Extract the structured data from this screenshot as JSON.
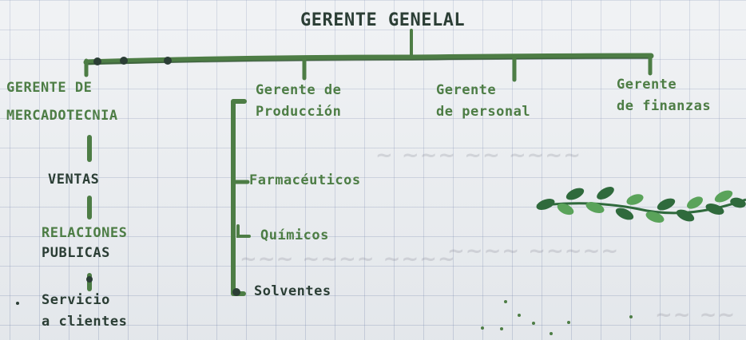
{
  "colors": {
    "ink_dark": "#2b3e35",
    "ink_green": "#4d7d45",
    "leaf_dark": "#2f6a3c",
    "leaf_light": "#5aa35a",
    "grid": "#8b9ac0",
    "paper": "#e9ecef"
  },
  "chart": {
    "root": "GERENTE GENELAL",
    "managers": [
      {
        "line1": "GERENTE DE",
        "line2": "MERCADOTECNIA"
      },
      {
        "line1": "Gerente de",
        "line2": "Producción"
      },
      {
        "line1": "Gerente",
        "line2": "de personal"
      },
      {
        "line1": "Gerente",
        "line2": "de finanzas"
      }
    ],
    "marketing_branch": [
      {
        "line1": "VENTAS"
      },
      {
        "line1": "RELACIONES",
        "line2": "PUBLICAS"
      },
      {
        "line1": "Servicio",
        "line2": "a clientes"
      }
    ],
    "production_branch": [
      "Farmacéuticos",
      "Químicos",
      "Solventes"
    ]
  },
  "decoration": {
    "icon": "leaf-vine-icon"
  }
}
